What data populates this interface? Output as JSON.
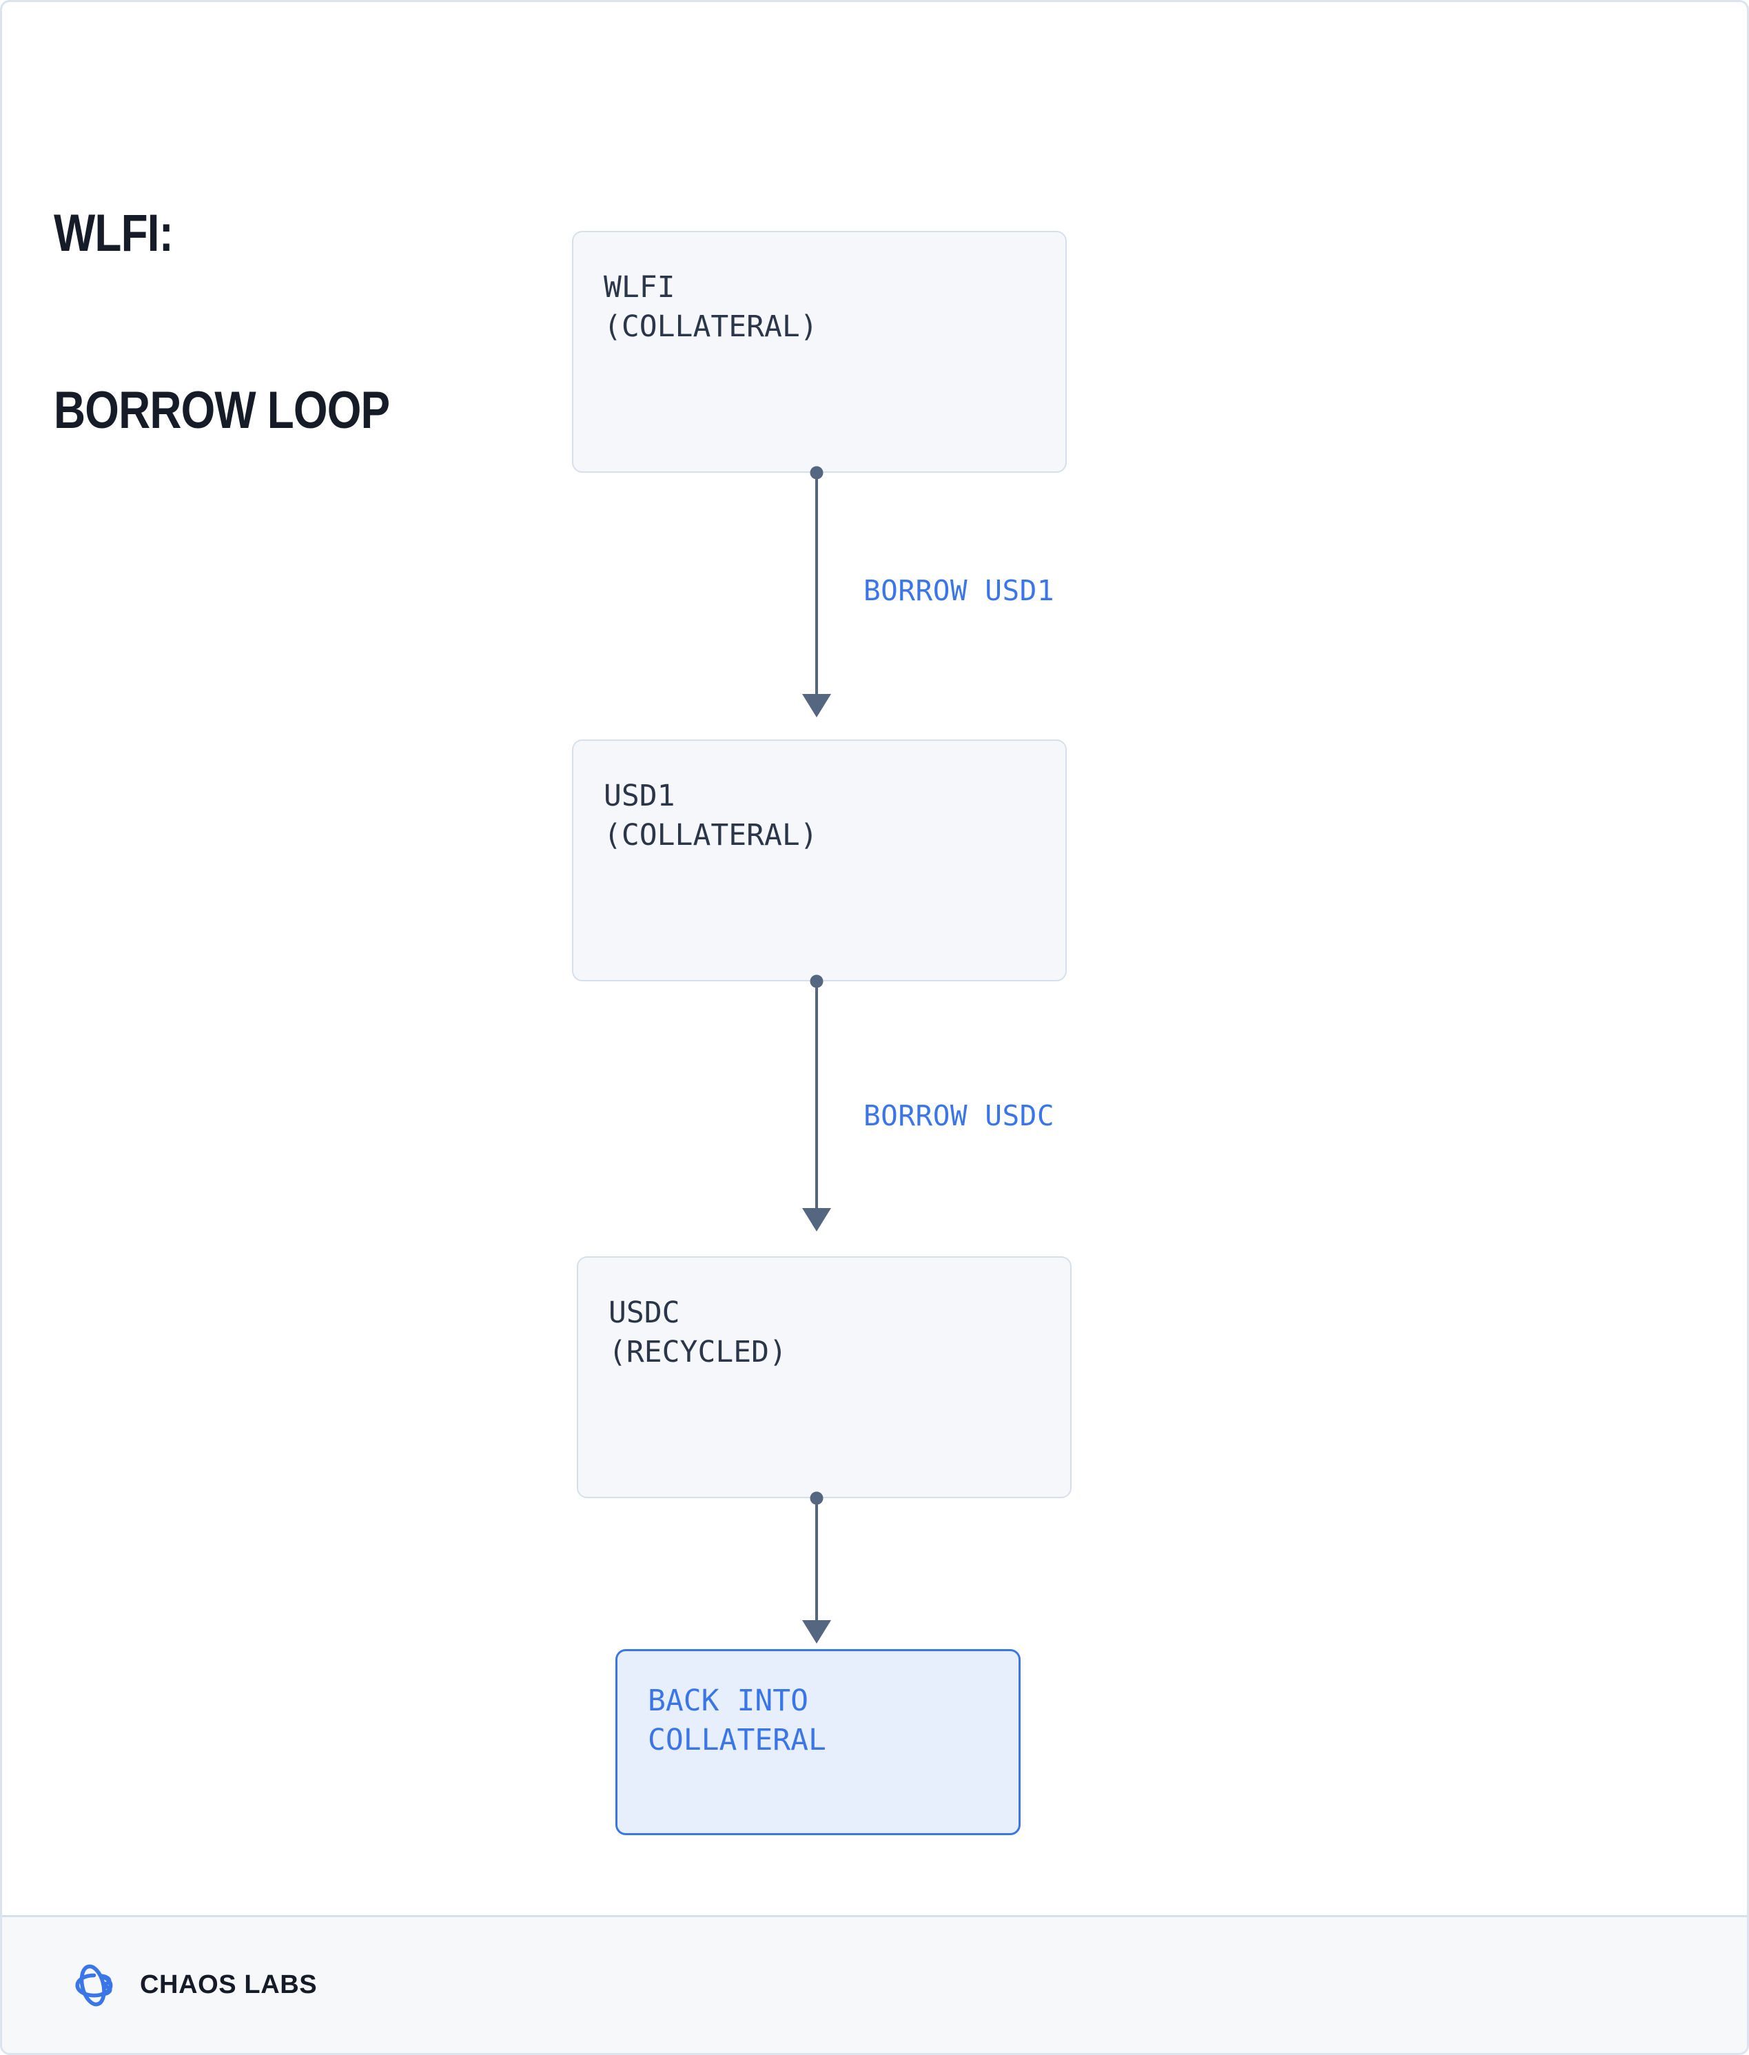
{
  "title": {
    "line1": "WLFI:",
    "line2": "BORROW LOOP"
  },
  "colors": {
    "accent_blue": "#3b76e8",
    "node_fill": "#f5f7fa",
    "node_border": "#d6e0ea",
    "accent_fill": "#e8effc",
    "edge": "#556680",
    "text_dark": "#2b3648",
    "title_dark": "#151c28",
    "footer_bg": "#f6f8fa"
  },
  "diagram": {
    "type": "flowchart",
    "orientation": "vertical",
    "nodes": [
      {
        "id": "wlfi",
        "line1": "WLFI",
        "line2": "(COLLATERAL)",
        "style": "default"
      },
      {
        "id": "usd1",
        "line1": "USD1",
        "line2": "(COLLATERAL)",
        "style": "default"
      },
      {
        "id": "usdc",
        "line1": "USDC",
        "line2": "(RECYCLED)",
        "style": "default"
      },
      {
        "id": "back",
        "line1": "BACK INTO",
        "line2": "COLLATERAL",
        "style": "accent"
      }
    ],
    "edges": [
      {
        "from": "wlfi",
        "to": "usd1",
        "label": "BORROW USD1"
      },
      {
        "from": "usd1",
        "to": "usdc",
        "label": "BORROW USDC"
      },
      {
        "from": "usdc",
        "to": "back",
        "label": ""
      }
    ]
  },
  "footer": {
    "brand": "CHAOS LABS",
    "logo_icon": "chaos-labs-atom-icon"
  }
}
